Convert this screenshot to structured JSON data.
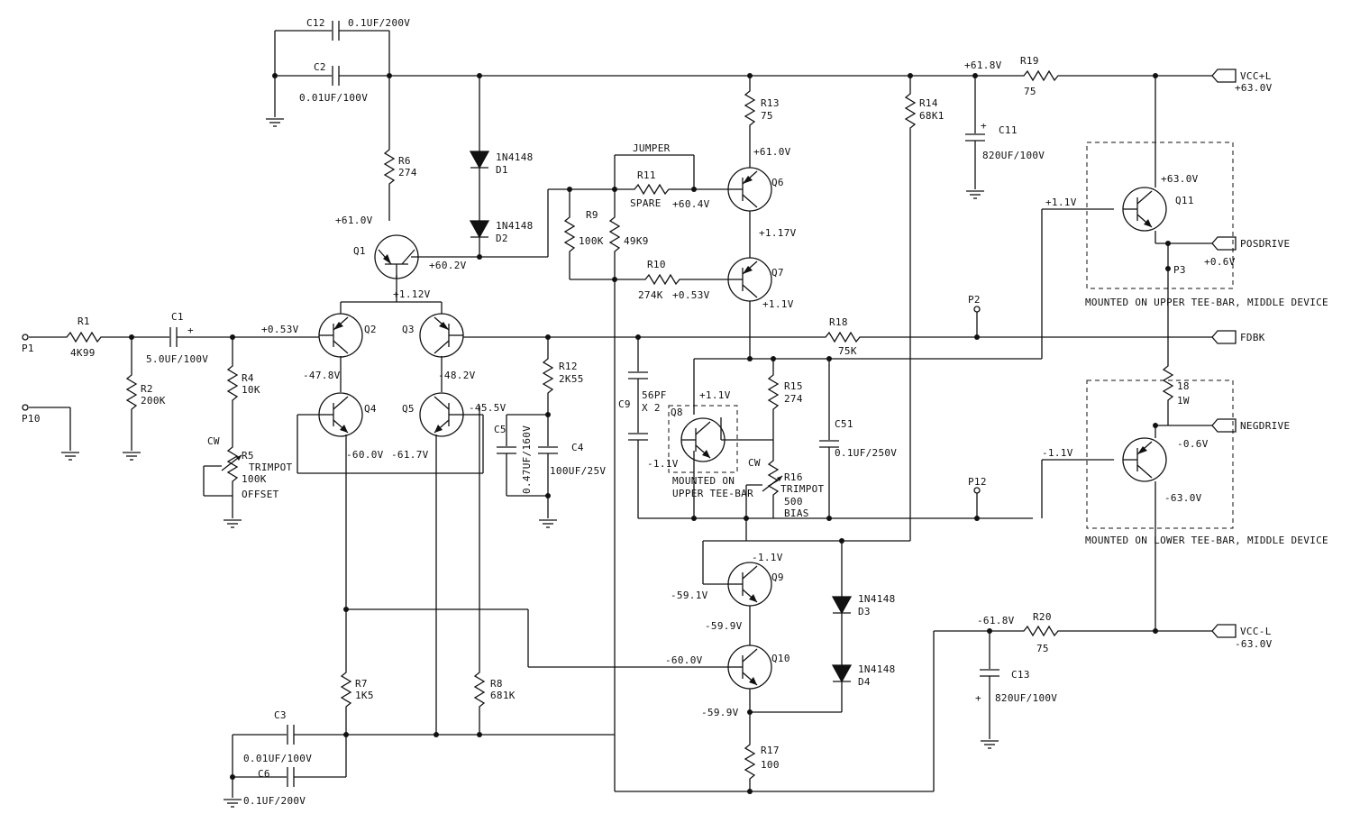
{
  "ports": {
    "p1": "P1",
    "p10": "P10",
    "p2": "P2",
    "p12": "P12",
    "p3": "P3",
    "vccl": "VCC+L",
    "vccl_v": "+63.0V",
    "vccn": "VCC-L",
    "vccn_v": "-63.0V",
    "fdbk": "FDBK",
    "posdrive": "POSDRIVE",
    "negdrive": "NEGDRIVE"
  },
  "resistors": {
    "r1": {
      "ref": "R1",
      "val": "4K99"
    },
    "r2": {
      "ref": "R2",
      "val": "200K"
    },
    "r4": {
      "ref": "R4",
      "val": "10K"
    },
    "r5": {
      "ref": "R5",
      "val": "TRIMPOT",
      "val2": "100K",
      "val3": "OFFSET"
    },
    "r6": {
      "ref": "R6",
      "val": "274"
    },
    "r7": {
      "ref": "R7",
      "val": "1K5"
    },
    "r8": {
      "ref": "R8",
      "val": "681K"
    },
    "r9": {
      "ref": "R9",
      "val": "100K"
    },
    "r9b": {
      "val": "49K9"
    },
    "r10": {
      "ref": "R10",
      "val": "274K"
    },
    "r11": {
      "ref": "R11",
      "val": "SPARE"
    },
    "r12": {
      "ref": "R12",
      "val": "2K55"
    },
    "r13": {
      "ref": "R13",
      "val": "75"
    },
    "r14": {
      "ref": "R14",
      "val": "68K1"
    },
    "r15": {
      "ref": "R15",
      "val": "274"
    },
    "r16": {
      "ref": "R16",
      "val": "TRIMPOT",
      "val2": "500",
      "val3": "BIAS"
    },
    "r17": {
      "ref": "R17",
      "val": "100"
    },
    "r18": {
      "ref": "R18",
      "val": "75K"
    },
    "r19": {
      "ref": "R19",
      "val": "75"
    },
    "r20": {
      "ref": "R20",
      "val": "75"
    },
    "r21": {
      "val": "18",
      "val2": "1W"
    }
  },
  "capacitors": {
    "c1": {
      "ref": "C1",
      "val": "5.0UF/100V"
    },
    "c2": {
      "ref": "C2",
      "val": "0.01UF/100V"
    },
    "c3": {
      "ref": "C3",
      "val": "0.01UF/100V"
    },
    "c4": {
      "ref": "C4",
      "val": "100UF/25V"
    },
    "c5": {
      "ref": "C5",
      "val": "0.47UF/160V"
    },
    "c6": {
      "ref": "C6",
      "val": "0.1UF/200V"
    },
    "c9": {
      "ref": "C9",
      "val": "56PF",
      "val2": "X 2"
    },
    "c11": {
      "ref": "C11",
      "val": "820UF/100V"
    },
    "c12": {
      "ref": "C12",
      "val": "0.1UF/200V"
    },
    "c13": {
      "ref": "C13",
      "val": "820UF/100V"
    },
    "c51": {
      "ref": "C51",
      "val": "0.1UF/250V"
    }
  },
  "diodes": {
    "d1": {
      "ref": "D1",
      "part": "1N4148"
    },
    "d2": {
      "ref": "D2",
      "part": "1N4148"
    },
    "d3": {
      "ref": "D3",
      "part": "1N4148"
    },
    "d4": {
      "ref": "D4",
      "part": "1N4148"
    }
  },
  "transistors": {
    "q1": "Q1",
    "q2": "Q2",
    "q3": "Q3",
    "q4": "Q4",
    "q5": "Q5",
    "q6": "Q6",
    "q7": "Q7",
    "q8": "Q8",
    "q9": "Q9",
    "q10": "Q10",
    "q11": "Q11"
  },
  "voltages": {
    "v_61_0_q1": "+61.0V",
    "v_60_2": "+60.2V",
    "v_1_12": "+1.12V",
    "v_0_53_q2": "+0.53V",
    "v_47_8": "-47.8V",
    "v_48_2": "-48.2V",
    "v_45_5": "-45.5V",
    "v_60_0_q4": "-60.0V",
    "v_61_7": "-61.7V",
    "v_61_0_q6": "+61.0V",
    "v_60_4": "+60.4V",
    "v_1_17": "+1.17V",
    "v_0_53_q7": "+0.53V",
    "v_1_1_q7": "+1.1V",
    "v_1_1_q8": "+1.1V",
    "v_m1_1_q8": "-1.1V",
    "v_m1_1_q9": "-1.1V",
    "v_m59_1": "-59.1V",
    "v_m59_9_q9": "-59.9V",
    "v_m60_0_q10": "-60.0V",
    "v_m59_9_q10": "-59.9V",
    "v_61_8": "+61.8V",
    "v_63_0_q11": "+63.0V",
    "v_1_1_q11": "+1.1V",
    "v_0_6": "+0.6V",
    "v_m1_1_q12": "-1.1V",
    "v_m0_6": "-0.6V",
    "v_m63_0_q12": "-63.0V",
    "v_m61_8": "-61.8V"
  },
  "notes": {
    "jumper": "JUMPER",
    "cw1": "CW",
    "cw2": "CW",
    "q8_mount_1": "MOUNTED ON",
    "q8_mount_2": "UPPER TEE-BAR",
    "upper_tee": "MOUNTED ON UPPER TEE-BAR, MIDDLE DEVICE",
    "lower_tee": "MOUNTED ON LOWER TEE-BAR, MIDDLE DEVICE"
  }
}
